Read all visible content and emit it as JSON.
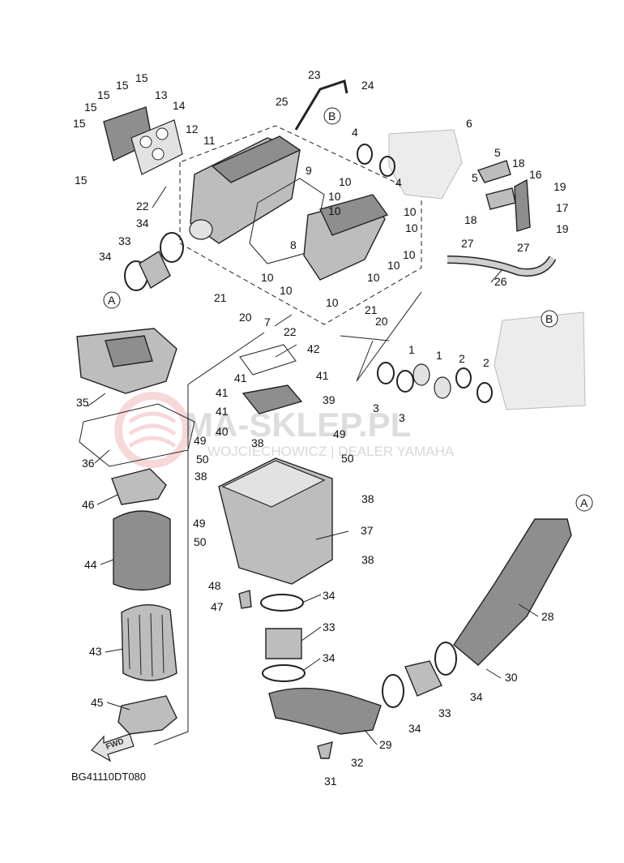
{
  "diagram_code": "BG41110DT080",
  "watermark": {
    "brand": "MA-SKLEP.PL",
    "dealer_line": "WOJCIECHOWICZ | DEALER YAMAHA"
  },
  "direction_arrow": "FWD",
  "references": [
    "A",
    "B"
  ],
  "part_labels": [
    "1",
    "2",
    "3",
    "4",
    "5",
    "6",
    "7",
    "8",
    "9",
    "10",
    "11",
    "12",
    "13",
    "14",
    "15",
    "16",
    "17",
    "18",
    "19",
    "20",
    "21",
    "22",
    "23",
    "24",
    "25",
    "26",
    "27",
    "28",
    "29",
    "30",
    "31",
    "32",
    "33",
    "34",
    "35",
    "36",
    "37",
    "38",
    "39",
    "40",
    "41",
    "42",
    "43",
    "44",
    "45",
    "46",
    "47",
    "48",
    "49",
    "50"
  ]
}
